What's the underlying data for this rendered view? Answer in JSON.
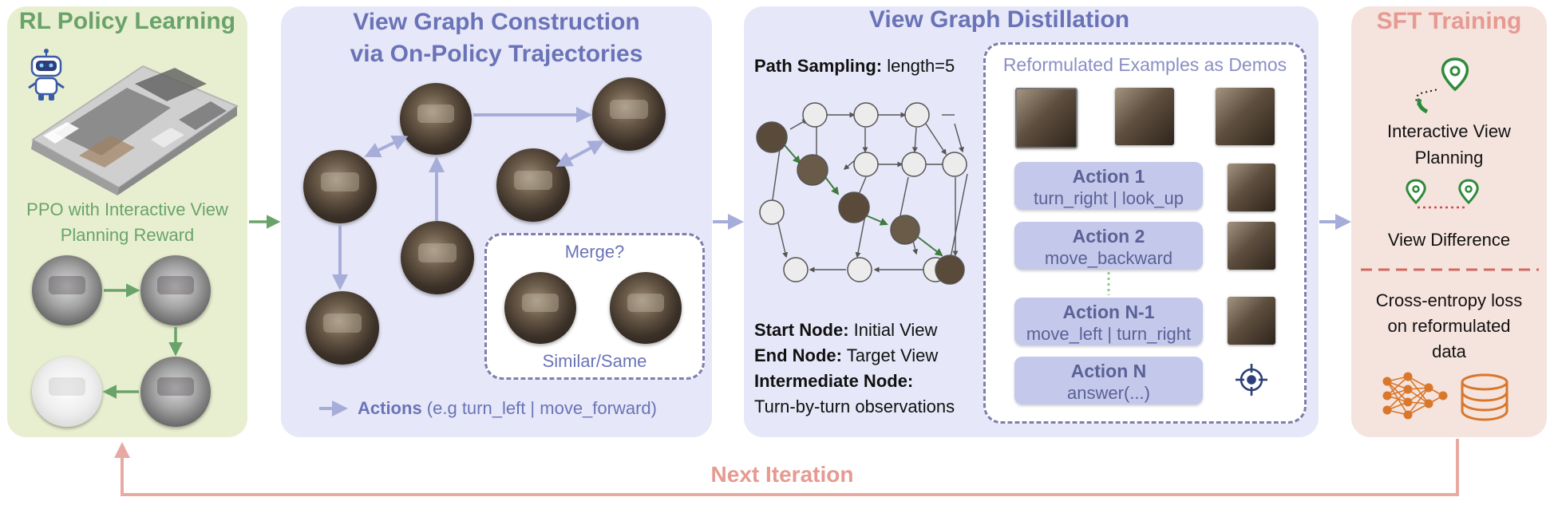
{
  "panels": {
    "rl": {
      "title": "RL Policy Learning",
      "ppo_line1": "PPO with Interactive View",
      "ppo_line2": "Planning Reward"
    },
    "construct": {
      "title_line1": "View Graph Construction",
      "title_line2": "via On-Policy Trajectories",
      "merge_label": "Merge?",
      "similar_label": "Similar/Same",
      "actions_bold": "Actions",
      "actions_rest": " (e.g turn_left | move_forward)"
    },
    "distill": {
      "title": "View Graph Distillation",
      "path_bold": "Path Sampling:",
      "path_rest": " length=5",
      "start_bold": "Start Node:",
      "start_rest": " Initial View",
      "end_bold": "End Node:",
      "end_rest": " Target View",
      "inter_bold": "Intermediate Node:",
      "inter_rest": "Turn-by-turn observations",
      "demos_title": "Reformulated Examples as Demos",
      "actions": [
        {
          "title": "Action 1",
          "sub": "turn_right | look_up"
        },
        {
          "title": "Action 2",
          "sub": "move_backward"
        },
        {
          "title": "Action N-1",
          "sub": "move_left | turn_right"
        },
        {
          "title": "Action N",
          "sub": "answer(...)"
        }
      ]
    },
    "sft": {
      "title": "SFT Training",
      "ivp_line1": "Interactive View",
      "ivp_line2": "Planning",
      "view_diff": "View Difference",
      "ce_line1": "Cross-entropy loss",
      "ce_line2": "on reformulated",
      "ce_line3": "data"
    }
  },
  "loop_label": "Next Iteration",
  "colors": {
    "green_panel": "#e8efd0",
    "green_text": "#6aa36a",
    "purple_panel": "#e6e7f8",
    "purple_text": "#6a73b7",
    "pink_panel": "#f5e3de",
    "pink_text": "#e59a92",
    "arrow_blue": "#a6add8",
    "arrow_green": "#6aa36a",
    "orange_icon": "#d9772b"
  },
  "icons": [
    "robot-icon",
    "map-pin-icon",
    "neural-network-icon",
    "database-icon",
    "target-icon"
  ]
}
